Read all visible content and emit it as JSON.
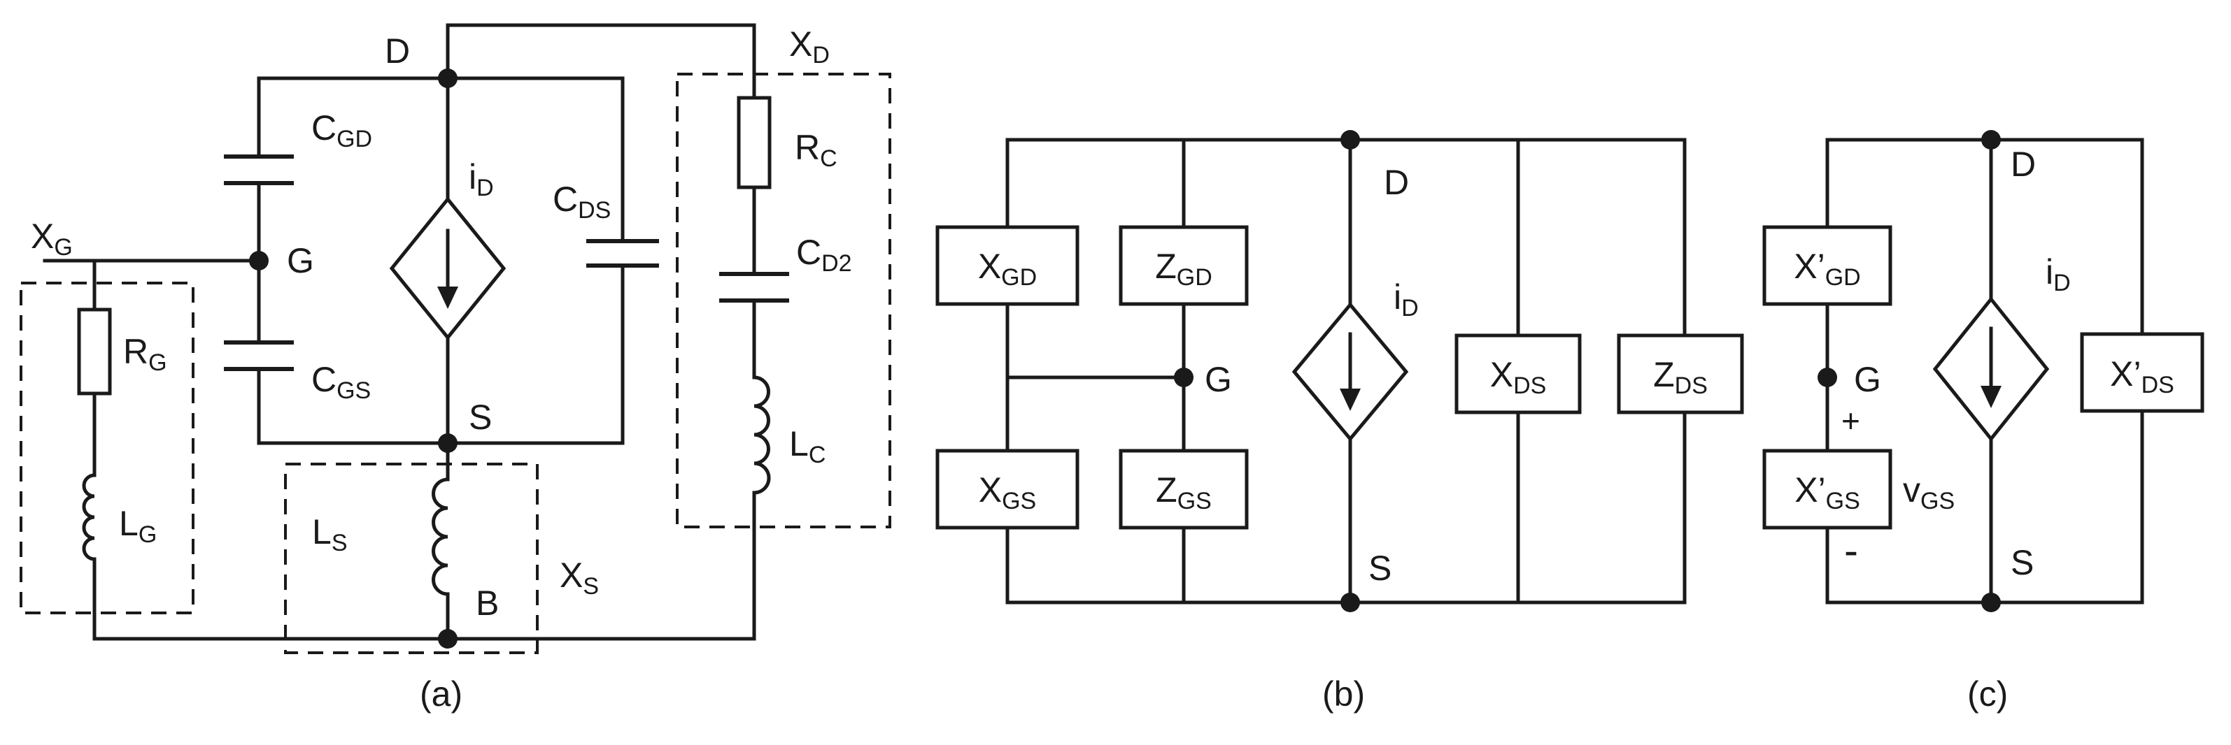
{
  "panel_a": {
    "caption": "(a)",
    "node_D": "D",
    "node_G": "G",
    "node_S": "S",
    "node_B": "B",
    "X_D": {
      "main": "X",
      "sub": "D"
    },
    "X_G": {
      "main": "X",
      "sub": "G"
    },
    "X_S": {
      "main": "X",
      "sub": "S"
    },
    "C_GD": {
      "main": "C",
      "sub": "GD"
    },
    "C_GS": {
      "main": "C",
      "sub": "GS"
    },
    "C_DS": {
      "main": "C",
      "sub": "DS"
    },
    "C_D2": {
      "main": "C",
      "sub": "D2"
    },
    "i_D": {
      "main": "i",
      "sub": "D"
    },
    "R_G": {
      "main": "R",
      "sub": "G"
    },
    "R_C": {
      "main": "R",
      "sub": "C"
    },
    "L_G": {
      "main": "L",
      "sub": "G"
    },
    "L_S": {
      "main": "L",
      "sub": "S"
    },
    "L_C": {
      "main": "L",
      "sub": "C"
    }
  },
  "panel_b": {
    "caption": "(b)",
    "node_D": "D",
    "node_G": "G",
    "node_S": "S",
    "X_GD": {
      "main": "X",
      "sub": "GD"
    },
    "Z_GD": {
      "main": "Z",
      "sub": "GD"
    },
    "X_GS": {
      "main": "X",
      "sub": "GS"
    },
    "Z_GS": {
      "main": "Z",
      "sub": "GS"
    },
    "X_DS": {
      "main": "X",
      "sub": "DS"
    },
    "Z_DS": {
      "main": "Z",
      "sub": "DS"
    },
    "i_D": {
      "main": "i",
      "sub": "D"
    }
  },
  "panel_c": {
    "caption": "(c)",
    "node_D": "D",
    "node_G": "G",
    "node_S": "S",
    "Xp_GD": {
      "main": "X’",
      "sub": "GD"
    },
    "Xp_GS": {
      "main": "X’",
      "sub": "GS"
    },
    "Xp_DS": {
      "main": "X’",
      "sub": "DS"
    },
    "i_D": {
      "main": "i",
      "sub": "D"
    },
    "v_GS": {
      "main": "v",
      "sub": "GS"
    },
    "plus": "+",
    "minus": "-"
  }
}
